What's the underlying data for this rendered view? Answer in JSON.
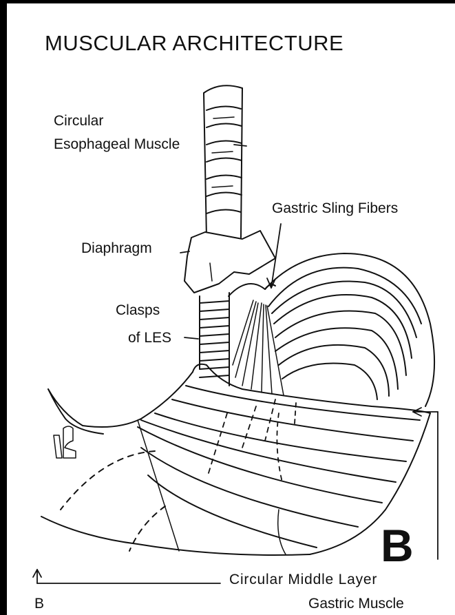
{
  "figure": {
    "title": "MUSCULAR ARCHITECTURE",
    "panel_letter": "B",
    "bottom_letter": "B",
    "labels": {
      "circular_esophageal_line1": "Circular",
      "circular_esophageal_line2": "Esophageal Muscle",
      "gastric_sling": "Gastric Sling Fibers",
      "diaphragm": "Diaphragm",
      "clasps_line1": "Clasps",
      "clasps_line2": "of LES",
      "circular_middle_line1": "Circular Middle Layer",
      "circular_middle_line2": "Gastric Muscle"
    }
  },
  "colors": {
    "ink": "#111111",
    "paper": "#ffffff",
    "border": "#000000"
  }
}
